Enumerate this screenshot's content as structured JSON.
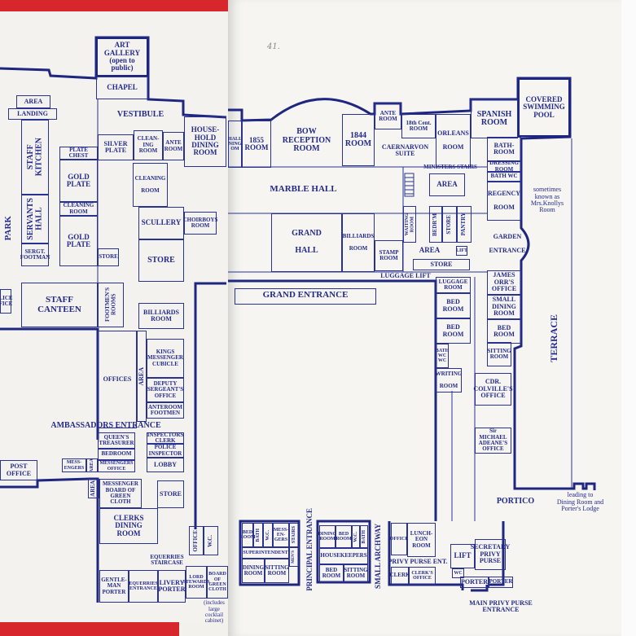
{
  "pencil_note": "41.",
  "colors": {
    "ink": "#232a8c",
    "cover": "#d8262d",
    "paper": "#f4f2ee"
  },
  "rooms": {
    "art_gallery": "ART\nGALLERY\n(open to\npublic)",
    "chapel": "CHAPEL",
    "vestibule": "VESTIBULE",
    "area_1": "AREA",
    "landing": "LANDING",
    "staff_kitchen": "STAFF\nKITCHEN",
    "servants_hall": "SERVANTS\nHALL",
    "park": "PARK",
    "sergt_footman": "SERGT.\nFOOTMAN",
    "plate_chest": "PLATE\nCHEST",
    "gold_plate_1": "GOLD\nPLATE",
    "cleaning_room_1": "CLEANING\nROOM",
    "gold_plate_2": "GOLD\nPLATE",
    "store_1": "STORE",
    "silver_plate": "SILVER\nPLATE",
    "cleaning_room_2": "CLEAN-\nING\nROOM",
    "ante_room_1": "ANTE\nROOM",
    "household_dining": "HOUSE-\nHOLD\nDINING\nROOM",
    "cleaning_room_3": "CLEANING\n\nROOM",
    "scullery": "SCULLERY",
    "choirboys_room": "CHOIRBOYS\nROOM",
    "store_2": "STORE",
    "police_office": "LICE\nFICE",
    "staff_canteen": "STAFF\nCANTEEN",
    "footmens_rooms": "FOOTMEN'S\nROOMS",
    "billiards_room_1": "BILLIARDS\nROOM",
    "offices": "OFFICES",
    "area_2": "AREA",
    "kings_messenger": "KINGS\nMESSENGER\nCUBICLE",
    "deputy_sergeant": "DEPUTY\nSERGEANT'S\nOFFICE",
    "anteroom_footmen": "ANTEROOM\nFOOTMEN",
    "ambassadors_entrance": "AMBASSADORS ENTRANCE",
    "queens_treasurer": "QUEEN'S\nTREASURER",
    "bedroom_1": "BEDROOM",
    "inspectors_clerk": "INSPECTORS\nCLERK",
    "police_inspector": "POLICE\nINSPECTOR",
    "messengers": "MESS-\nENGERS",
    "area_3": "AREA",
    "messengers_office": "MESSENGERS\nOFFICE",
    "lobby": "LOBBY",
    "post_office": "POST\nOFFICE",
    "area_4": "AREA",
    "messenger_board": "MESSENGER\nBOARD OF\nGREEN\nCLOTH",
    "store_3": "STORE",
    "clerks_dining": "CLERKS\nDINING\nROOM",
    "office_1": "OFFICE",
    "wc_1": "W.C.",
    "equerries_staircase": "EQUERRIES\nSTAIRCASE",
    "gentleman_porter": "GENTLE-\nMAN\nPORTER",
    "equerries_entrance": "EQUERRIES\nENTRANCE",
    "livery_porter": "LIVERY\nPORTER",
    "lord_stewards": "LORD\nSTEWARDS\nROOM",
    "board_green_cloth": "BOARD\nOF GREEN\nCLOTH",
    "cocktail_note": "(includes\nlarge\ncocktail\ncabinet)",
    "hall_dining_partial": "HALL\nNING\nOM",
    "room_1855": "1855\nROOM",
    "bow_reception": "BOW\nRECEPTION\nROOM",
    "room_1844": "1844\nROOM",
    "ante_room_2": "ANTE\nROOM",
    "cent18_room": "18th Cent.\nROOM",
    "caernarvon_suite": "CAERNARVON\nSUITE",
    "orleans_room": "ORLEANS\n\nROOM",
    "spanish_room": "SPANISH\nROOM",
    "swimming_pool": "COVERED\nSWIMMING\nPOOL",
    "bathroom_1": "BATH-\nROOM",
    "dressing_room": "DRESSING\nROOM",
    "bath_wc": "BATH  WC",
    "regency_room": "REGENCY\n\nROOM",
    "knollys_note": "sometimes\nknown as\nMrs.Knollys\nRoom",
    "marble_hall": "MARBLE   HALL",
    "ministers_stairs": "MINISTERS STAIRS",
    "area_5": "AREA",
    "waiting_room": "WAITING\nROOM",
    "bedrm": "BEDR'M",
    "store_4": "STORE",
    "pantry": "PANTRY",
    "grand_hall": "GRAND\n\nHALL",
    "billiards_room_2": "BILLIARDS\n\nROOM",
    "stamp_room": "STAMP\nROOM",
    "area_6": "AREA",
    "lift_1": "LIFT",
    "store_5": "STORE",
    "garden_entrance": "GARDEN\n\nENTRANCE",
    "luggage_lift": "LUGGAGE LIFT",
    "luggage_room": "LUGGAGE\nROOM",
    "james_orr": "JAMES\nORR'S\nOFFICE",
    "grand_entrance": "GRAND  ENTRANCE",
    "small_dining": "SMALL\nDINING\nROOM",
    "bed_room_1": "BED\nROOM",
    "bed_room_2": "BED\nROOM",
    "bed_room_3": "BED\nROOM",
    "terrace": "TERRACE",
    "bath_wc_wc": "BATH\nWC\nWC",
    "sitting_room_1": "SITTING\nROOM",
    "writing_room": "WRITING\n\nROOM",
    "colville_office": "CDR.\nCOLVILLE'S\nOFFICE",
    "adeane_office": "Sir MICHAEL\nADEANE'S\nOFFICE",
    "portico": "PORTICO",
    "portico_note": "leading to\nDining Room and\nPorter's Lodge",
    "bed_room_4": "BED\nROOM",
    "bath_1": "BATH",
    "wc_2": "W.C.",
    "messengers_2": "MESS-\nEN-\nGERS",
    "stairs": "STAIRS",
    "superintendent": "SUPERINTENDENT",
    "mens": "MEN'S",
    "dining_room_1": "DINING\nROOM",
    "sitting_room_2": "SITTING\nROOM",
    "principal_entrance": "PRINCIPAL ENTRANCE",
    "dining_room_2": "DINING\nROOM",
    "bed_room_5": "BED\nROOM",
    "wc_3": "W.C.",
    "bath_2": "BATH",
    "housekeepers": "HOUSEKEEPERS",
    "bed_room_6": "BED\nROOM",
    "sitting_room_3": "SITTING\nROOM",
    "small_archway": "SMALL ARCHWAY",
    "office_2": "OFFICE",
    "luncheon_room": "LUNCH-\nEON\nROOM",
    "privy_purse_ent": "PRIVY PURSE ENT.",
    "clerk": "CLERK",
    "clerks_office": "CLERK'S\nOFFICE",
    "lift_2": "LIFT",
    "secretary_privy_purse": "SECRETARY\nPRIVY\nPURSE",
    "wc_4": "WC",
    "porter_1": "PORTER",
    "porter_2": "PORTER",
    "main_privy_purse": "MAIN PRIVY PURSE\nENTRANCE"
  }
}
